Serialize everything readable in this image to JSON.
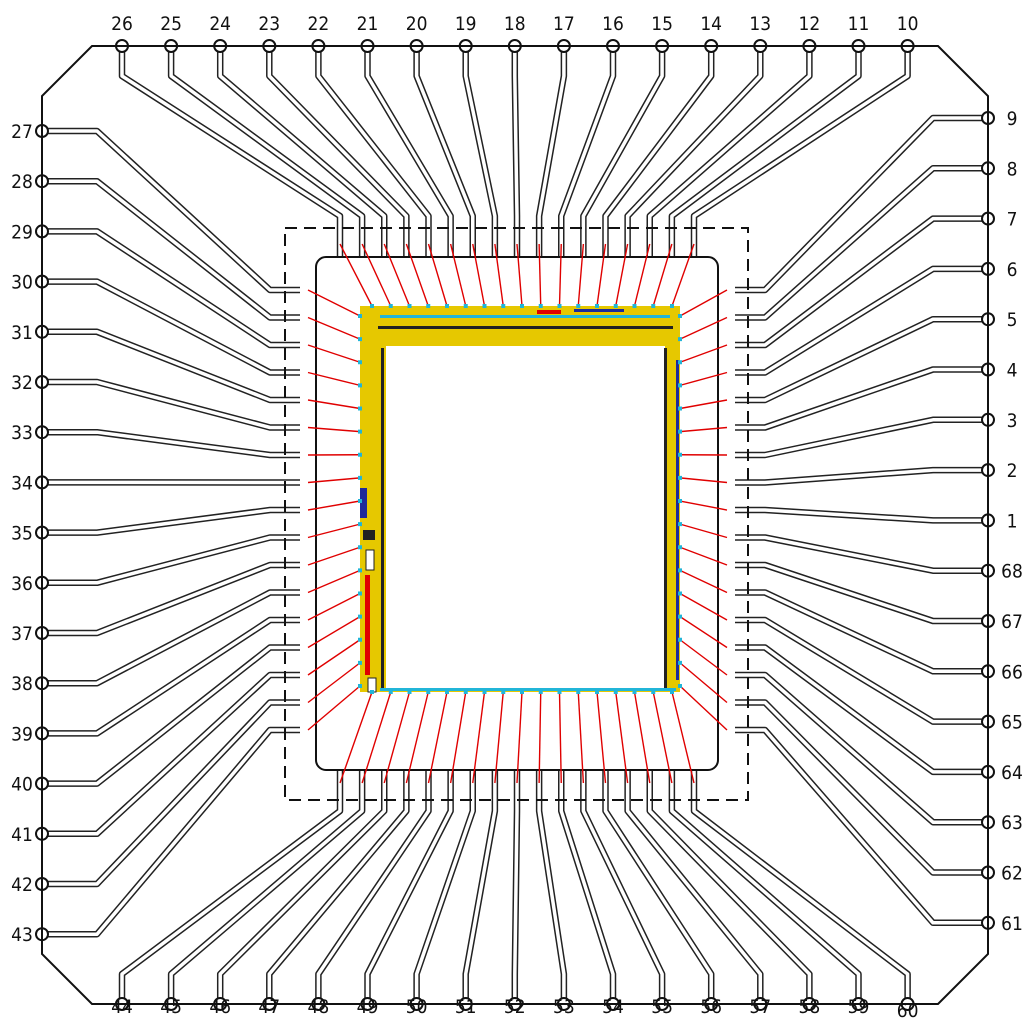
{
  "pins": {
    "top": [
      "26",
      "25",
      "24",
      "23",
      "22",
      "21",
      "20",
      "19",
      "18",
      "17",
      "16",
      "15",
      "14",
      "13",
      "12",
      "11",
      "10"
    ],
    "right": [
      "9",
      "8",
      "7",
      "6",
      "5",
      "4",
      "3",
      "2",
      "1",
      "68",
      "67",
      "66",
      "65",
      "64",
      "63",
      "62",
      "61"
    ],
    "bottom": [
      "44",
      "45",
      "46",
      "47",
      "48",
      "49",
      "50",
      "51",
      "52",
      "53",
      "54",
      "55",
      "56",
      "57",
      "58",
      "59",
      "60"
    ],
    "left": [
      "27",
      "28",
      "29",
      "30",
      "31",
      "32",
      "33",
      "34",
      "35",
      "36",
      "37",
      "38",
      "39",
      "40",
      "41",
      "42",
      "43"
    ]
  },
  "colors": {
    "outline": "#111111",
    "trace": "#222222",
    "bond_wire": "#e00000",
    "die_ring": "#e6c800",
    "die_detail_blue": "#1e2a9a",
    "die_detail_cyan": "#21b5d8",
    "die_detail_red": "#e00000"
  }
}
